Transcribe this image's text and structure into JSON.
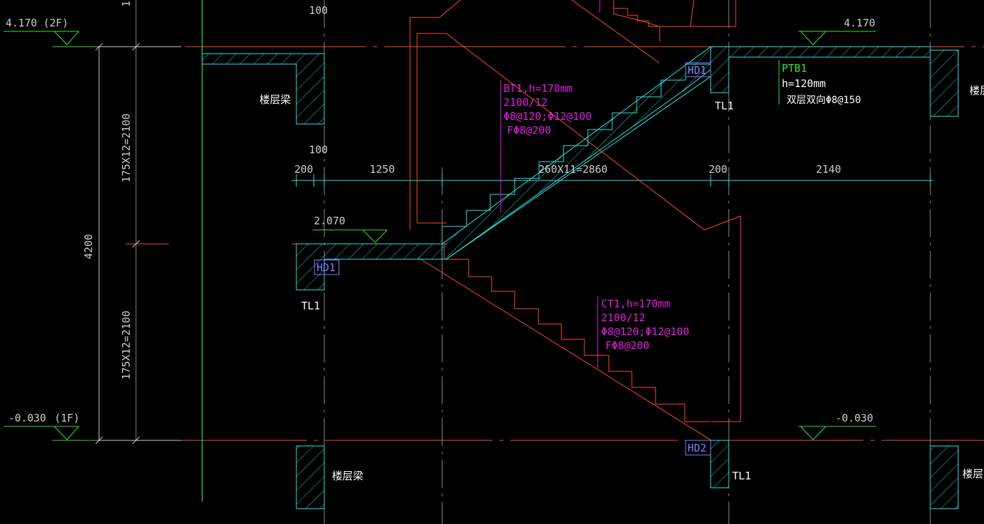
{
  "drawing": {
    "background": "#000000",
    "colors": {
      "axis": "#ff4a2a",
      "dim": "#2ee6e6",
      "concrete": "#2ee6e6",
      "wall_green": "#32e632",
      "text_white": "#ffffff",
      "magenta": "#e020e0",
      "purple": "#8080ff",
      "green_text": "#32e632"
    },
    "elevations": {
      "top_left_value": "4.170",
      "top_left_floor": "(2F)",
      "top_right_value": "4.170",
      "landing_value": "2.070",
      "bottom_left_value": "-0.030",
      "bottom_left_floor": "(1F)",
      "bottom_right_value": "-0.030"
    },
    "vertical_dims": {
      "upper_flight": "175X12=2100",
      "lower_flight": "175X12=2100",
      "total": "4200",
      "top_gap": "100",
      "mid_gap": "100",
      "top_cut": "1"
    },
    "horizontal_dims": {
      "seg1": "200",
      "seg2": "1250",
      "seg3": "260X11=2860",
      "seg4": "200",
      "seg5": "2140"
    },
    "beams": {
      "floor_beam_top_left": "楼层梁",
      "floor_beam_right_top": "楼层梁",
      "floor_beam_bottom_left": "楼层梁",
      "floor_beam_bottom_right": "楼层梁",
      "tl_right_top": "TL1",
      "tl_left_landing": "TL1",
      "tl_right_bottom": "TL1"
    },
    "tags": {
      "hd_top": "HD1",
      "hd_landing": "HD1",
      "hd_bottom": "HD2"
    },
    "upper_flight_note": {
      "line1": "BT1,h=170mm",
      "line2": "2100/12",
      "line3": "Φ8@120;Φ12@100",
      "line4": "FΦ8@200"
    },
    "lower_flight_note": {
      "line1": "CT1,h=170mm",
      "line2": "2100/12",
      "line3": "Φ8@120;Φ12@100",
      "line4": "FΦ8@200"
    },
    "slab_note": {
      "line1": "PTB1",
      "line2": "h=120mm",
      "line3": "双层双向Φ8@150"
    }
  }
}
